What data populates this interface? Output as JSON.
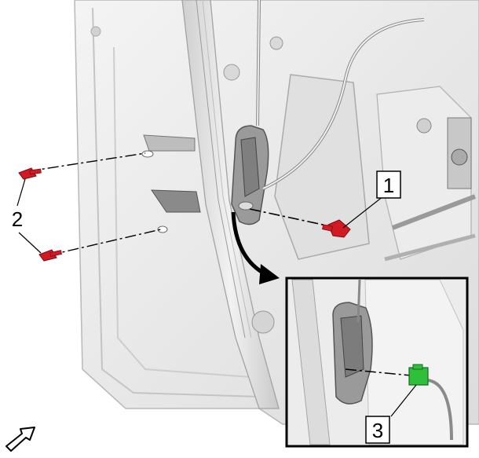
{
  "diagram": {
    "callouts": [
      {
        "id": "1",
        "label": "1"
      },
      {
        "id": "2",
        "label": "2"
      },
      {
        "id": "3",
        "label": "3"
      }
    ],
    "colors": {
      "fastener_red": "#d21a25",
      "connector_green": "#2fbf3a",
      "panel_gray": "#e6e6e6",
      "line_dark": "#1a1a1a"
    },
    "icons": [
      "front-direction-arrow-icon"
    ]
  }
}
